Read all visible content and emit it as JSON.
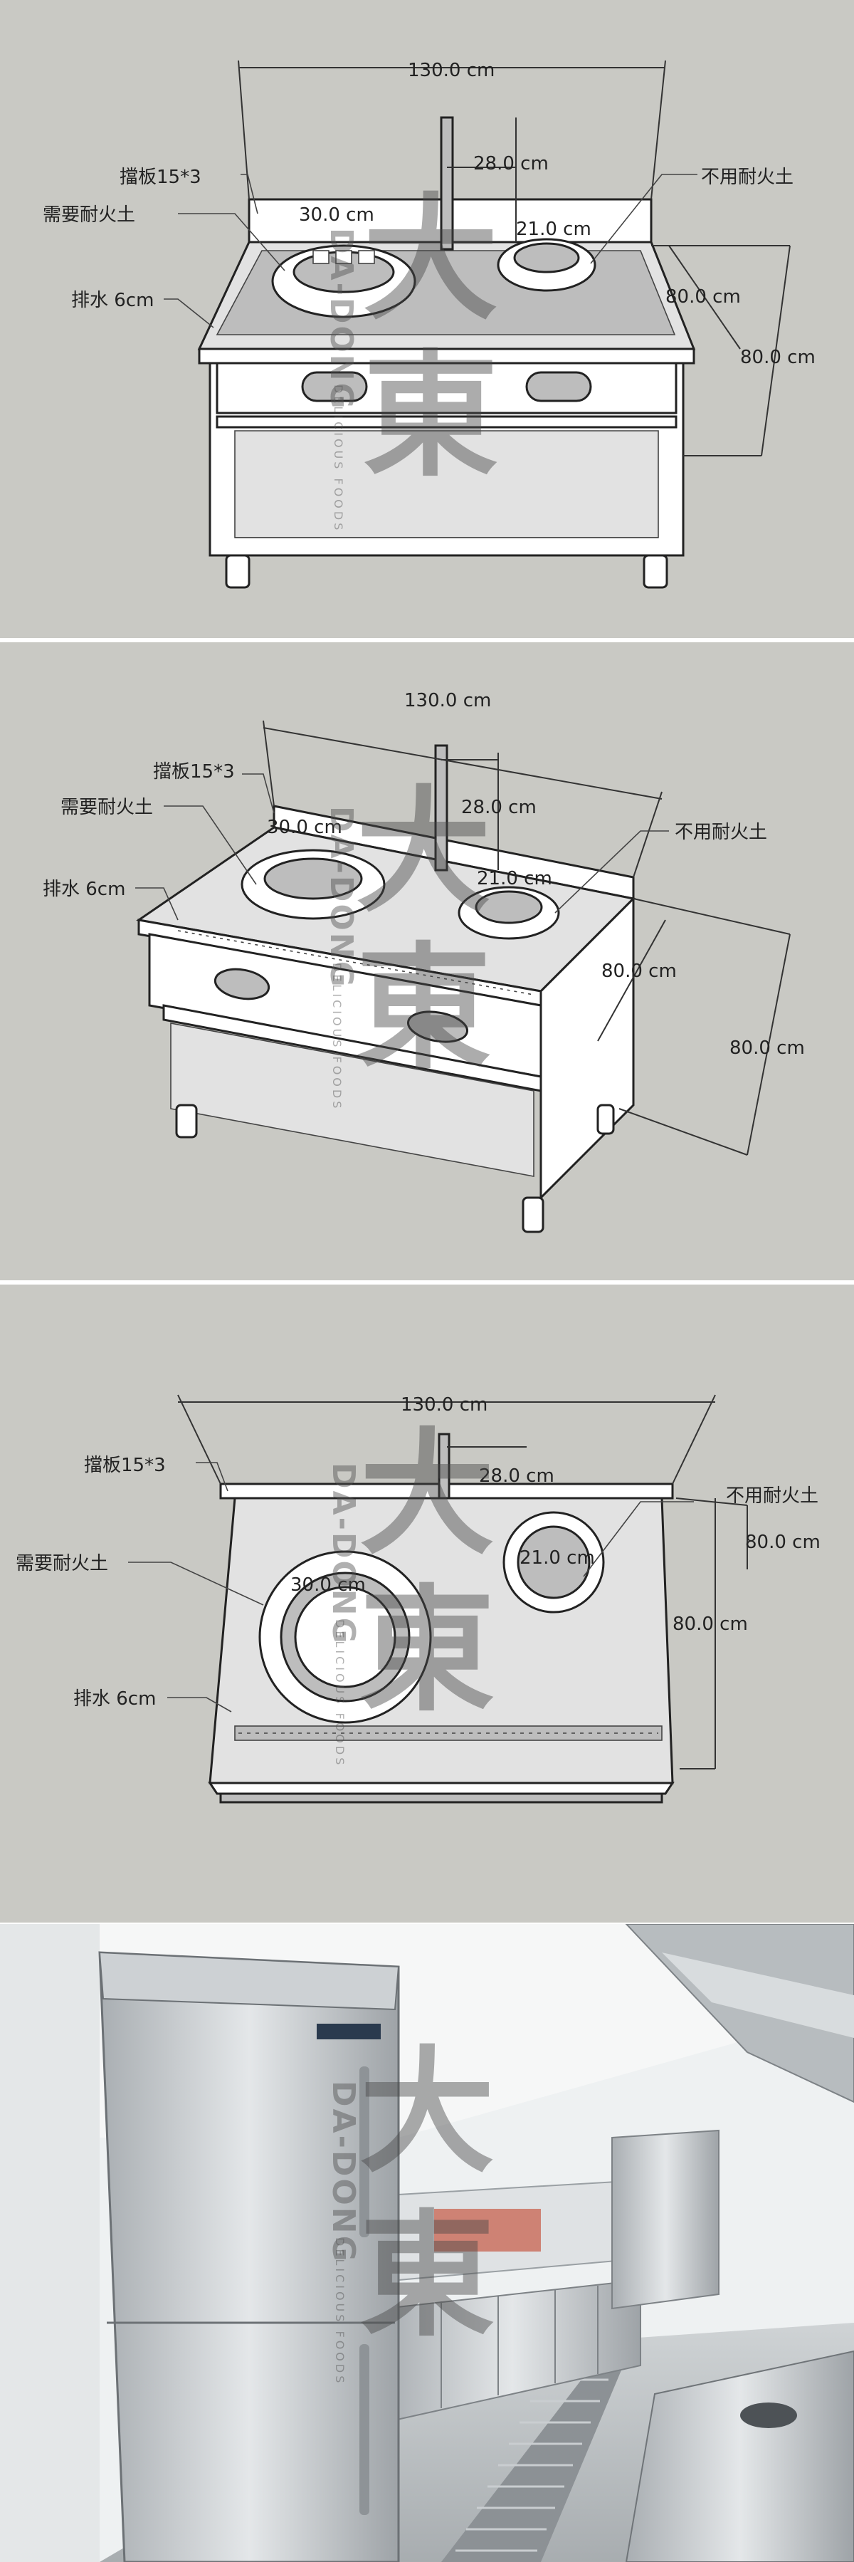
{
  "watermark": {
    "chars": [
      "大",
      "東"
    ],
    "brand": "DA-DONG",
    "tagline": "DELICIOUS FOODS"
  },
  "panels": [
    {
      "view": "front-perspective",
      "labels": {
        "total_width": "130.0 cm",
        "pipe_offset": "28.0 cm",
        "backsplash": "擋板15*3",
        "needs_firebrick": "需要耐火土",
        "burner_large": "30.0 cm",
        "burner_small": "21.0 cm",
        "no_firebrick": "不用耐火土",
        "drain": "排水 6cm",
        "depth": "80.0 cm",
        "height": "80.0 cm"
      }
    },
    {
      "view": "angled-perspective",
      "labels": {
        "total_width": "130.0 cm",
        "backsplash": "擋板15*3",
        "pipe_offset": "28.0 cm",
        "needs_firebrick": "需要耐火土",
        "burner_large": "30.0 cm",
        "no_firebrick": "不用耐火土",
        "drain": "排水 6cm",
        "burner_small": "21.0 cm",
        "depth": "80.0 cm",
        "height": "80.0 cm"
      }
    },
    {
      "view": "top-view",
      "labels": {
        "total_width": "130.0 cm",
        "backsplash": "擋板15*3",
        "pipe_offset": "28.0 cm",
        "no_firebrick": "不用耐火土",
        "depth": "80.0 cm",
        "needs_firebrick": "需要耐火土",
        "burner_small": "21.0 cm",
        "burner_large": "30.0 cm",
        "height": "80.0 cm",
        "drain": "排水 6cm"
      }
    },
    {
      "view": "kitchen-photo"
    }
  ]
}
